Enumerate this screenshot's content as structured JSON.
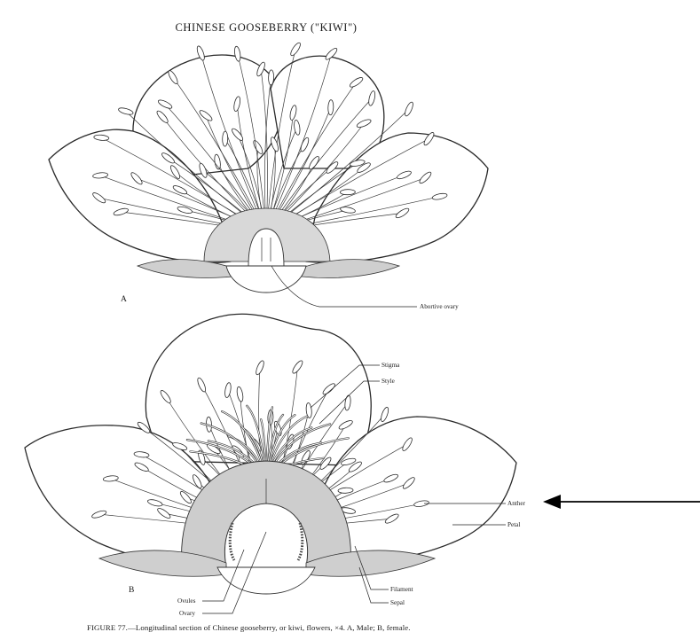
{
  "title": "CHINESE GOOSEBERRY (\"KIWI\")",
  "caption": "FIGURE 77.—Longitudinal section of Chinese gooseberry, or kiwi, flowers, ×4. A, Male; B, female.",
  "panels": {
    "a": {
      "letter": "A",
      "labels": {
        "abortive_ovary": "Abortive ovary"
      }
    },
    "b": {
      "letter": "B",
      "labels": {
        "stigma": "Stigma",
        "style": "Style",
        "anther": "Anther",
        "petal": "Petal",
        "filament": "Filament",
        "sepal": "Sepal",
        "ovules": "Ovules",
        "ovary": "Ovary"
      }
    }
  },
  "annotation": {
    "icon": "arrow-left-icon",
    "target": "Anther"
  }
}
